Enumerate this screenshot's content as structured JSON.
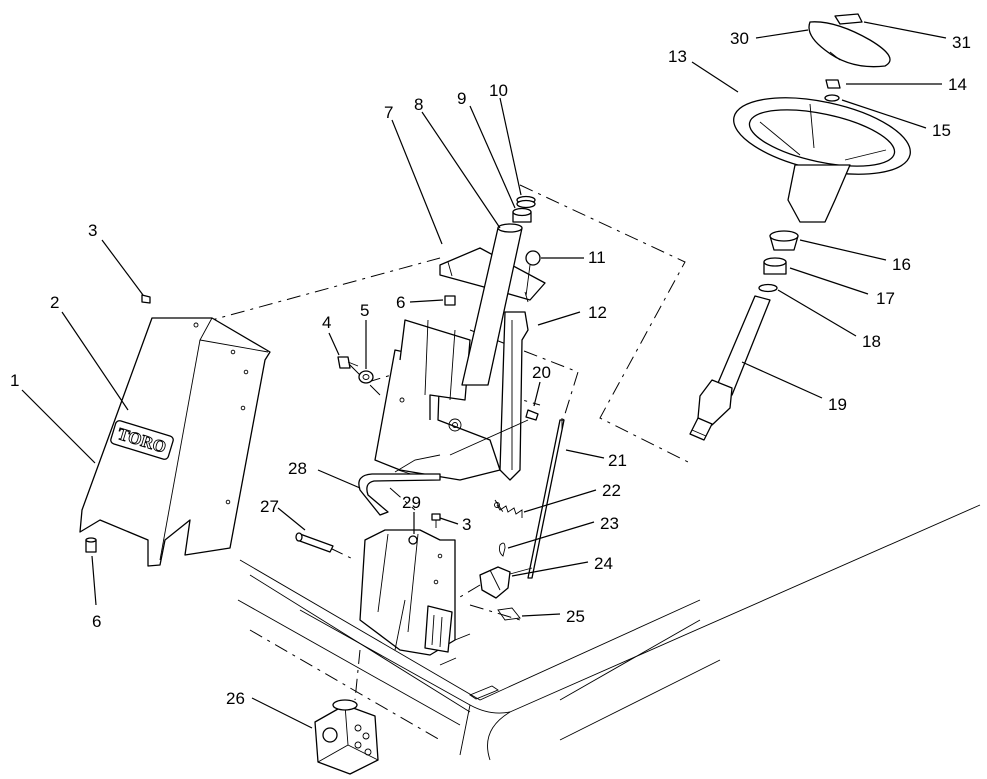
{
  "brand_text": "TORO",
  "callouts": [
    {
      "id": "1",
      "label": "1"
    },
    {
      "id": "2",
      "label": "2"
    },
    {
      "id": "3a",
      "label": "3"
    },
    {
      "id": "3b",
      "label": "3"
    },
    {
      "id": "4",
      "label": "4"
    },
    {
      "id": "5",
      "label": "5"
    },
    {
      "id": "6a",
      "label": "6"
    },
    {
      "id": "6b",
      "label": "6"
    },
    {
      "id": "7",
      "label": "7"
    },
    {
      "id": "8",
      "label": "8"
    },
    {
      "id": "9",
      "label": "9"
    },
    {
      "id": "10",
      "label": "10"
    },
    {
      "id": "11",
      "label": "11"
    },
    {
      "id": "12",
      "label": "12"
    },
    {
      "id": "13",
      "label": "13"
    },
    {
      "id": "14",
      "label": "14"
    },
    {
      "id": "15",
      "label": "15"
    },
    {
      "id": "16",
      "label": "16"
    },
    {
      "id": "17",
      "label": "17"
    },
    {
      "id": "18",
      "label": "18"
    },
    {
      "id": "19",
      "label": "19"
    },
    {
      "id": "20",
      "label": "20"
    },
    {
      "id": "21",
      "label": "21"
    },
    {
      "id": "22",
      "label": "22"
    },
    {
      "id": "23",
      "label": "23"
    },
    {
      "id": "24",
      "label": "24"
    },
    {
      "id": "25",
      "label": "25"
    },
    {
      "id": "26",
      "label": "26"
    },
    {
      "id": "27",
      "label": "27"
    },
    {
      "id": "28",
      "label": "28"
    },
    {
      "id": "29",
      "label": "29"
    },
    {
      "id": "30",
      "label": "30"
    },
    {
      "id": "31",
      "label": "31"
    }
  ]
}
